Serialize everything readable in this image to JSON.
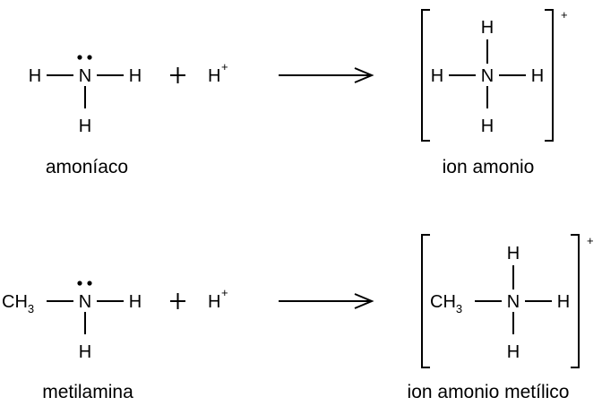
{
  "reaction1": {
    "reactant": {
      "left": "H",
      "center": "N",
      "right": "H",
      "bottom": "H",
      "label": "amoníaco"
    },
    "plus": "+",
    "proton": {
      "symbol": "H",
      "charge": "+"
    },
    "product": {
      "top": "H",
      "left": "H",
      "center": "N",
      "right": "H",
      "bottom": "H",
      "charge": "+",
      "label": "ion amonio"
    }
  },
  "reaction2": {
    "reactant": {
      "group": "CH",
      "group_sub": "3",
      "center": "N",
      "right": "H",
      "bottom": "H",
      "label": "metilamina"
    },
    "plus": "+",
    "proton": {
      "symbol": "H",
      "charge": "+"
    },
    "product": {
      "group": "CH",
      "group_sub": "3",
      "top": "H",
      "center": "N",
      "right": "H",
      "bottom": "H",
      "charge": "+",
      "label": "ion amonio metílico"
    }
  }
}
